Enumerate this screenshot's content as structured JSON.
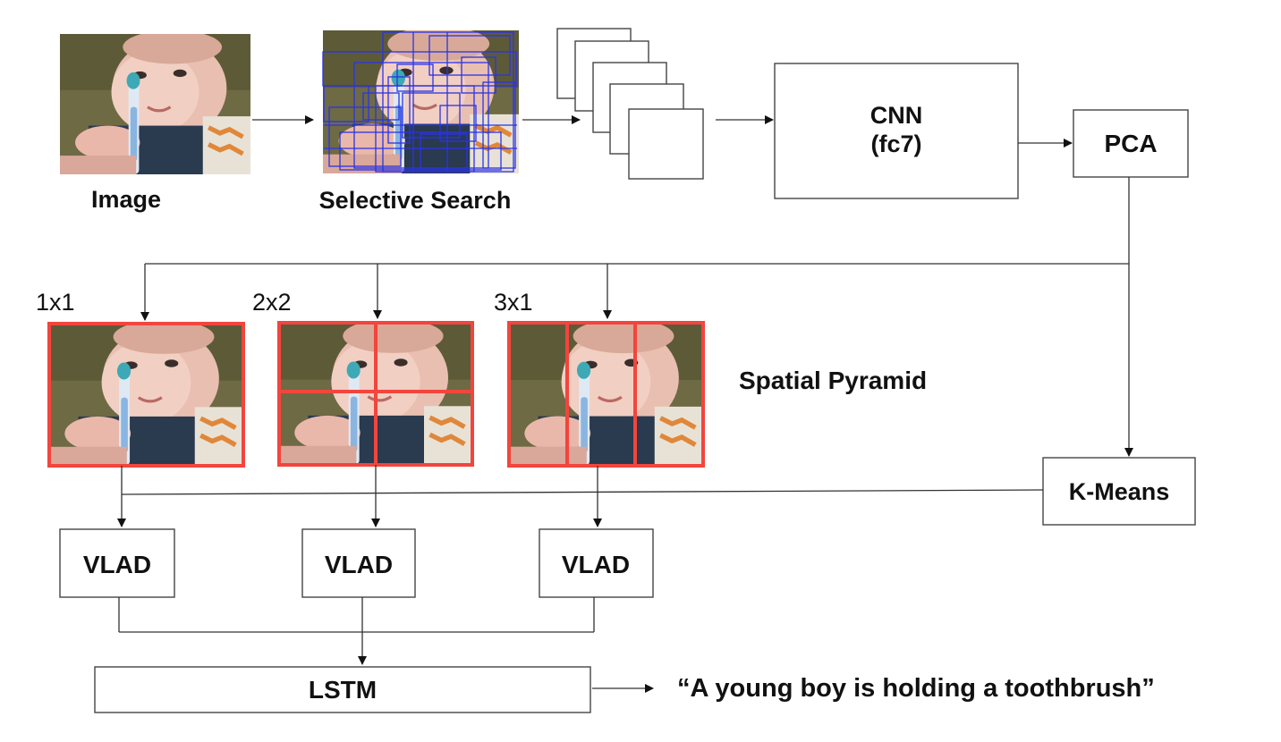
{
  "pipeline": {
    "image_label": "Image",
    "selective_search_label": "Selective Search",
    "cnn_label_line1": "CNN",
    "cnn_label_line2": "(fc7)",
    "pca_label": "PCA",
    "kmeans_label": "K-Means",
    "spatial_pyramid_label": "Spatial Pyramid",
    "pyramid_levels": [
      {
        "label": "1x1"
      },
      {
        "label": "2x2"
      },
      {
        "label": "3x1"
      }
    ],
    "vlad_labels": [
      "VLAD",
      "VLAD",
      "VLAD"
    ],
    "lstm_label": "LSTM",
    "caption_output": "“A young boy is holding a toothbrush”"
  },
  "colors": {
    "pyramid_border": "#f2453d",
    "selective_search_boxes": "#2a33e8",
    "box_stroke": "#444444"
  }
}
